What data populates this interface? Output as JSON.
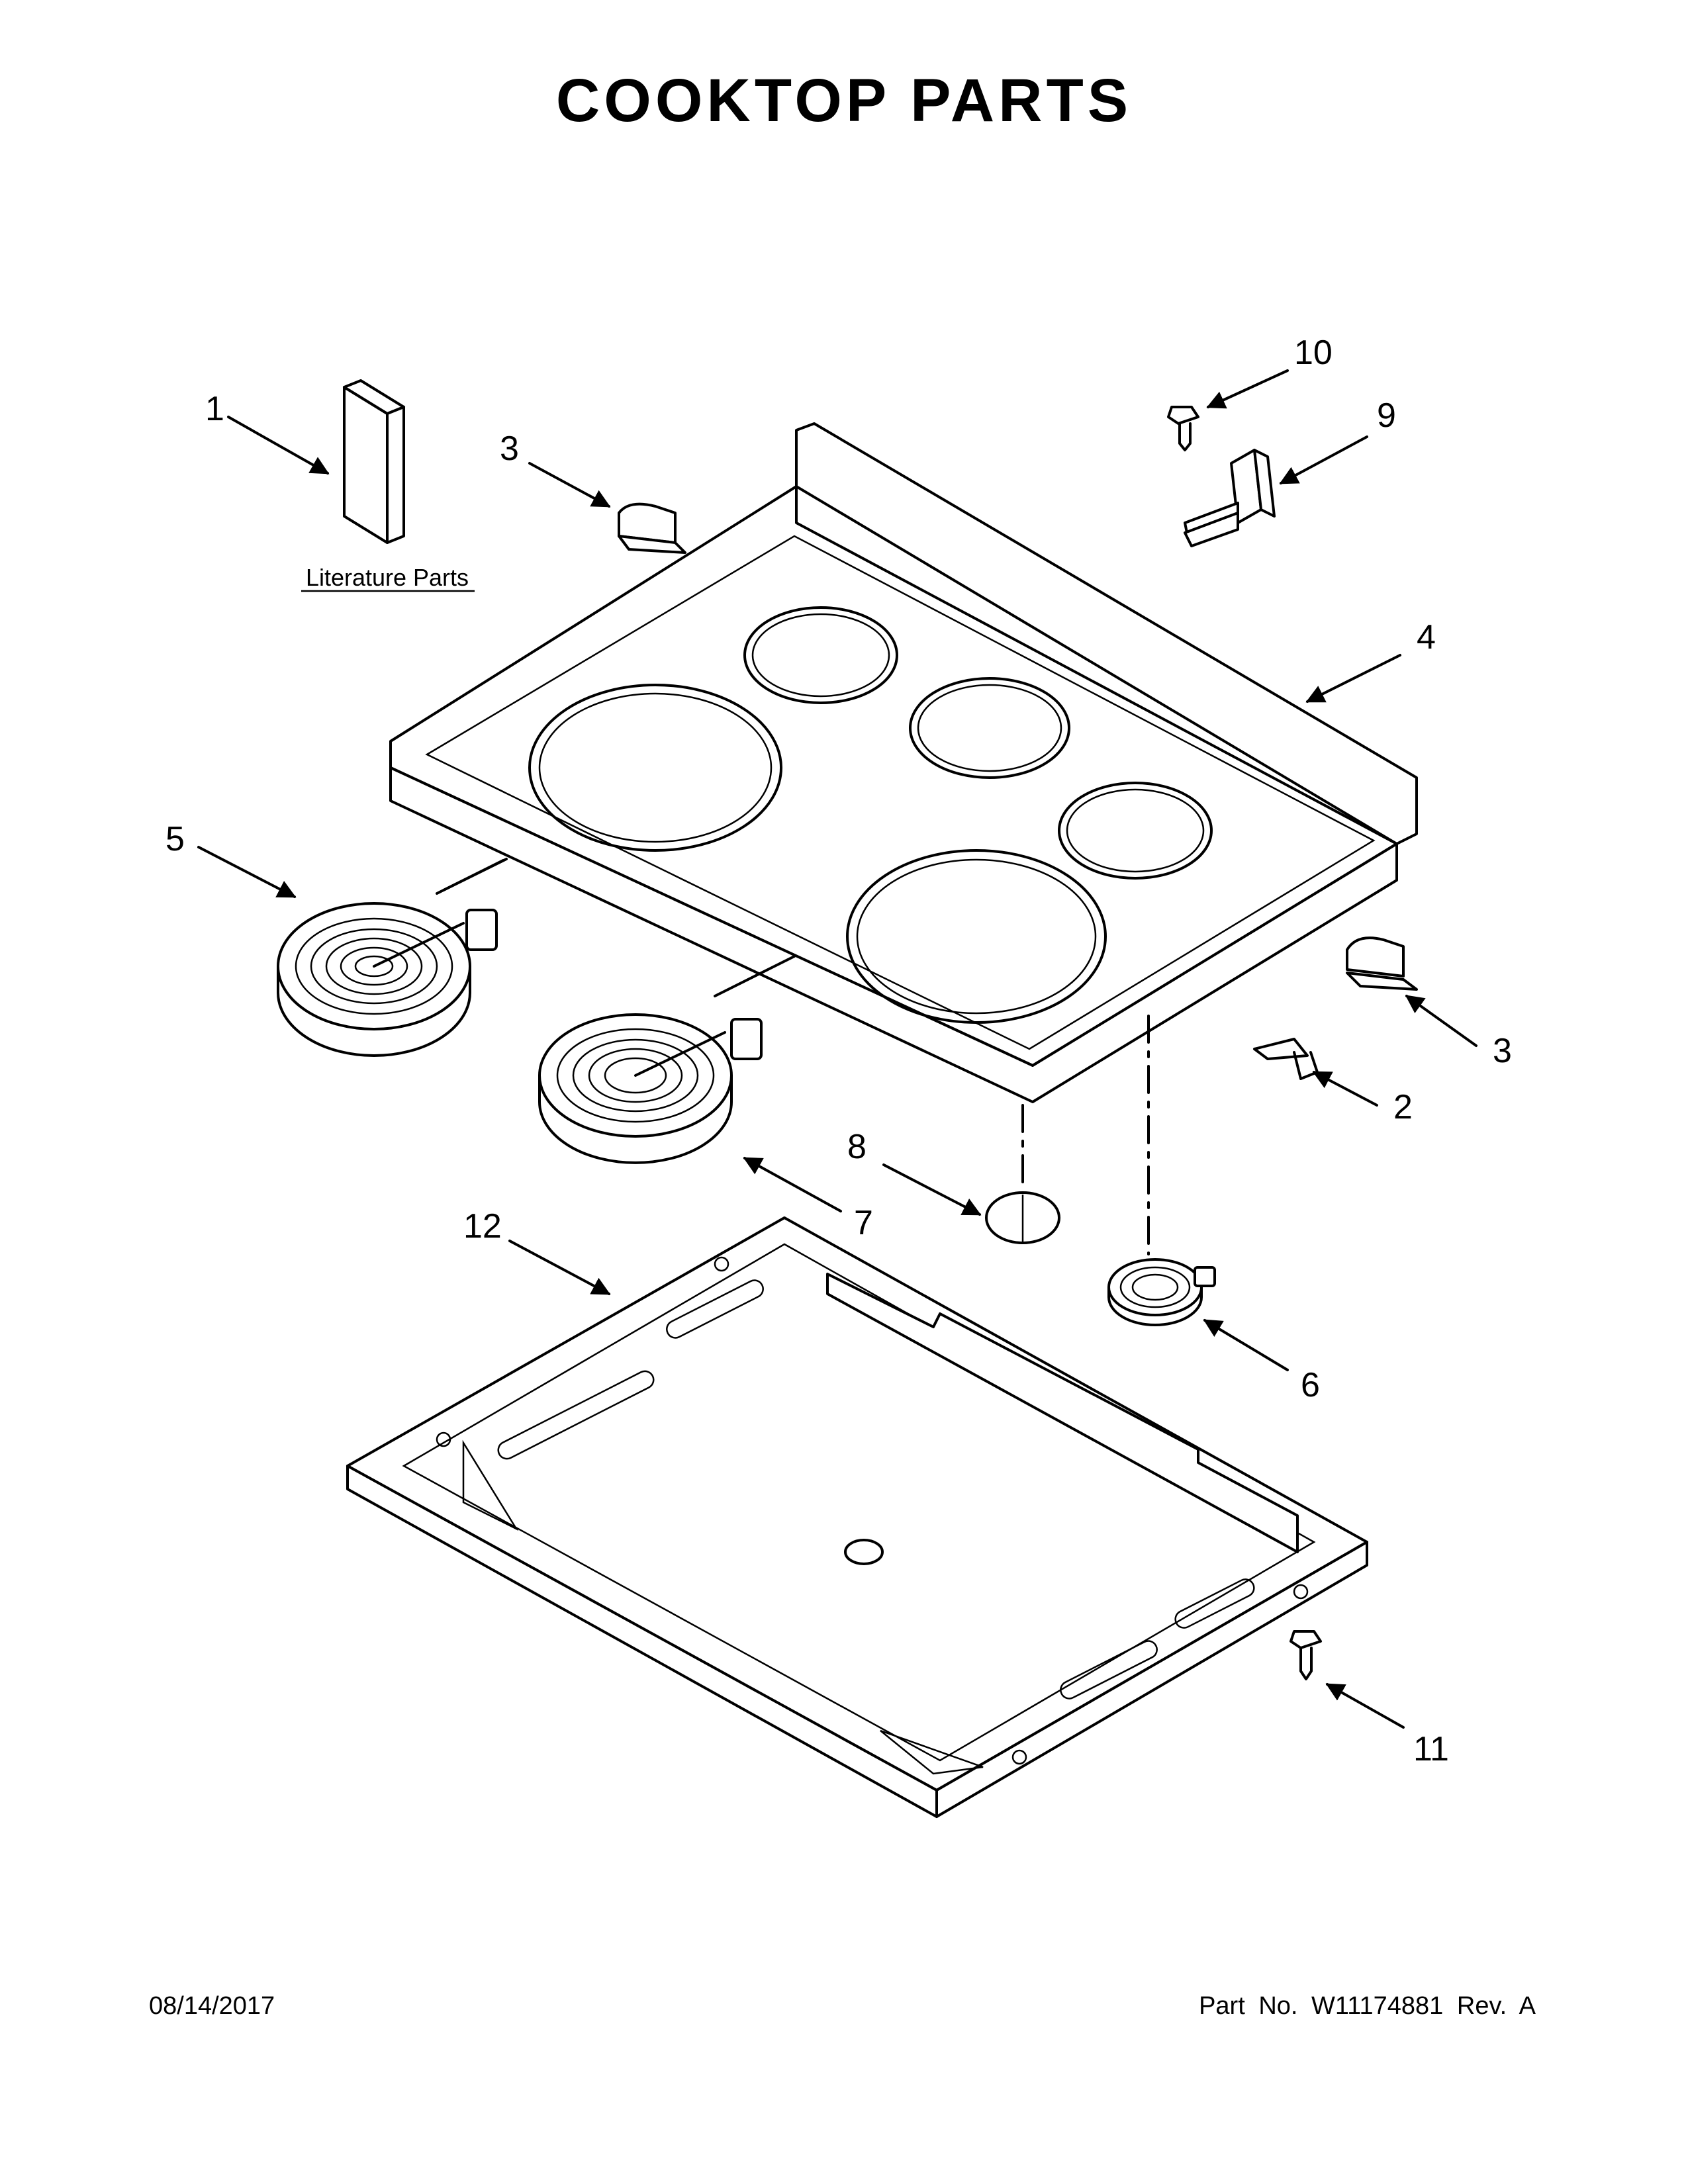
{
  "title": "COOKTOP PARTS",
  "literature_label": "Literature Parts",
  "callouts": [
    "1",
    "2",
    "3",
    "3",
    "4",
    "5",
    "6",
    "7",
    "8",
    "9",
    "10",
    "11",
    "12"
  ],
  "footer": {
    "date": "08/14/2017",
    "part": "Part No.  W11174881  Rev.  A"
  }
}
